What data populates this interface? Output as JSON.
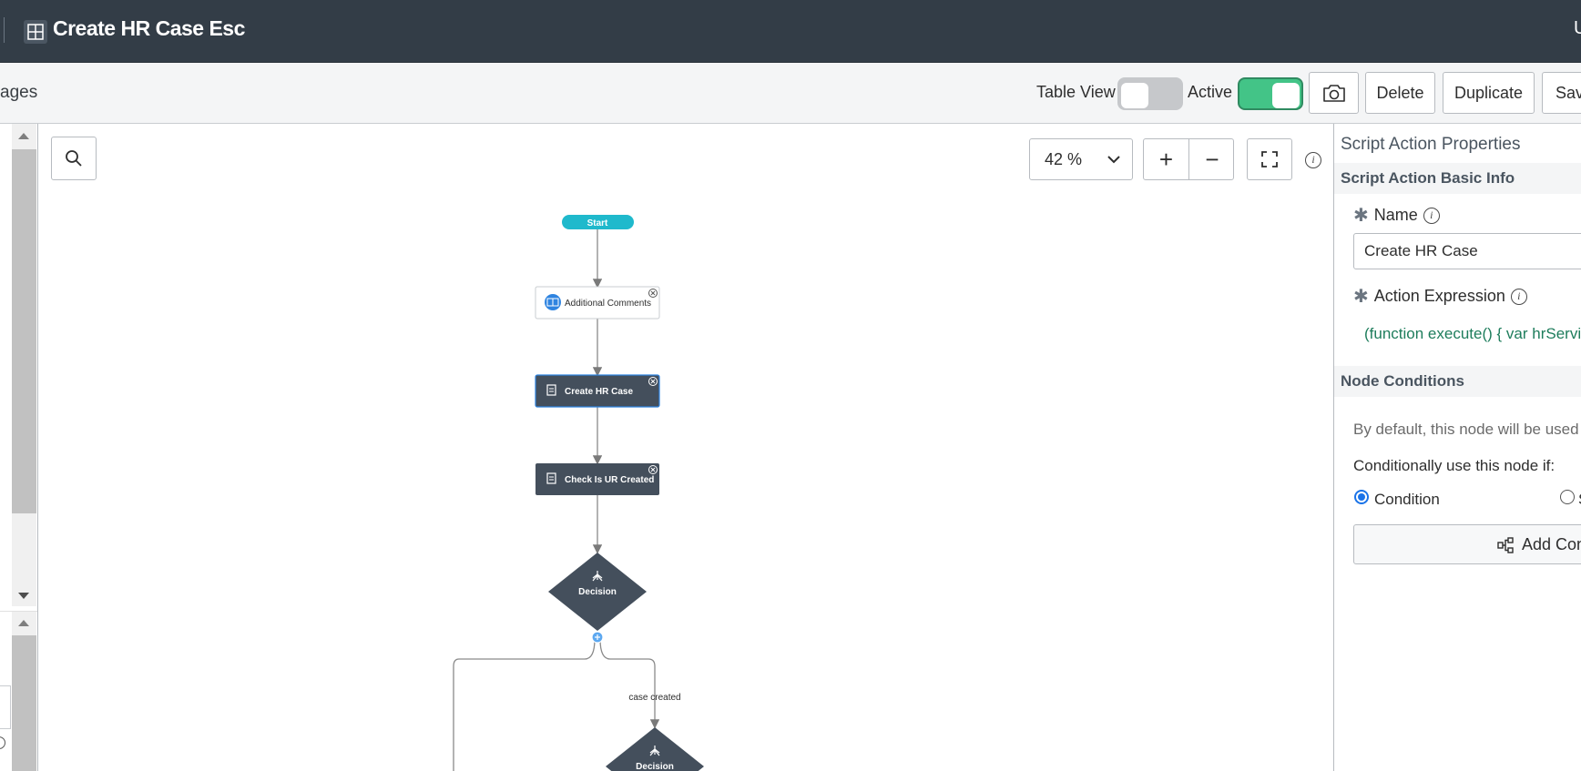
{
  "header": {
    "title": "Create HR Case Esc",
    "right_letter": "U"
  },
  "toolbar": {
    "left_text": "ages",
    "table_view_label": "Table View",
    "table_view_on": false,
    "active_label": "Active",
    "active_on": true,
    "camera_icon": "camera-icon",
    "delete_label": "Delete",
    "duplicate_label": "Duplicate",
    "save_label": "Save"
  },
  "canvas": {
    "zoom_value": "42 %",
    "zoom_in_label": "+",
    "zoom_out_label": "−",
    "nodes": {
      "start": "Start",
      "additional_comments": "Additional Comments",
      "create_hr_case": "Create HR Case",
      "check_created": "Check Is UR Created",
      "decision_1": "Decision",
      "edge_case_created": "case created",
      "decision_2": "Decision"
    }
  },
  "panel": {
    "title": "Script Action Properties",
    "basic_info": "Script Action Basic Info",
    "name_label": "Name",
    "name_value": "Create HR Case",
    "action_expression_label": "Action Expression",
    "action_expression_value": "(function execute() { var hrServi",
    "node_conditions": "Node Conditions",
    "default_text": "By default, this node will be used",
    "conditional_text": "Conditionally use this node if:",
    "radio_condition": "Condition",
    "radio_other": "S",
    "add_condition_label": "Add Con"
  },
  "colors": {
    "header_bg": "#333d47",
    "active_toggle": "#43c487",
    "start_node": "#1fb9cc",
    "dark_node": "#444f5c",
    "code_text": "#1e7d5c",
    "radio_blue": "#1a73e8"
  }
}
